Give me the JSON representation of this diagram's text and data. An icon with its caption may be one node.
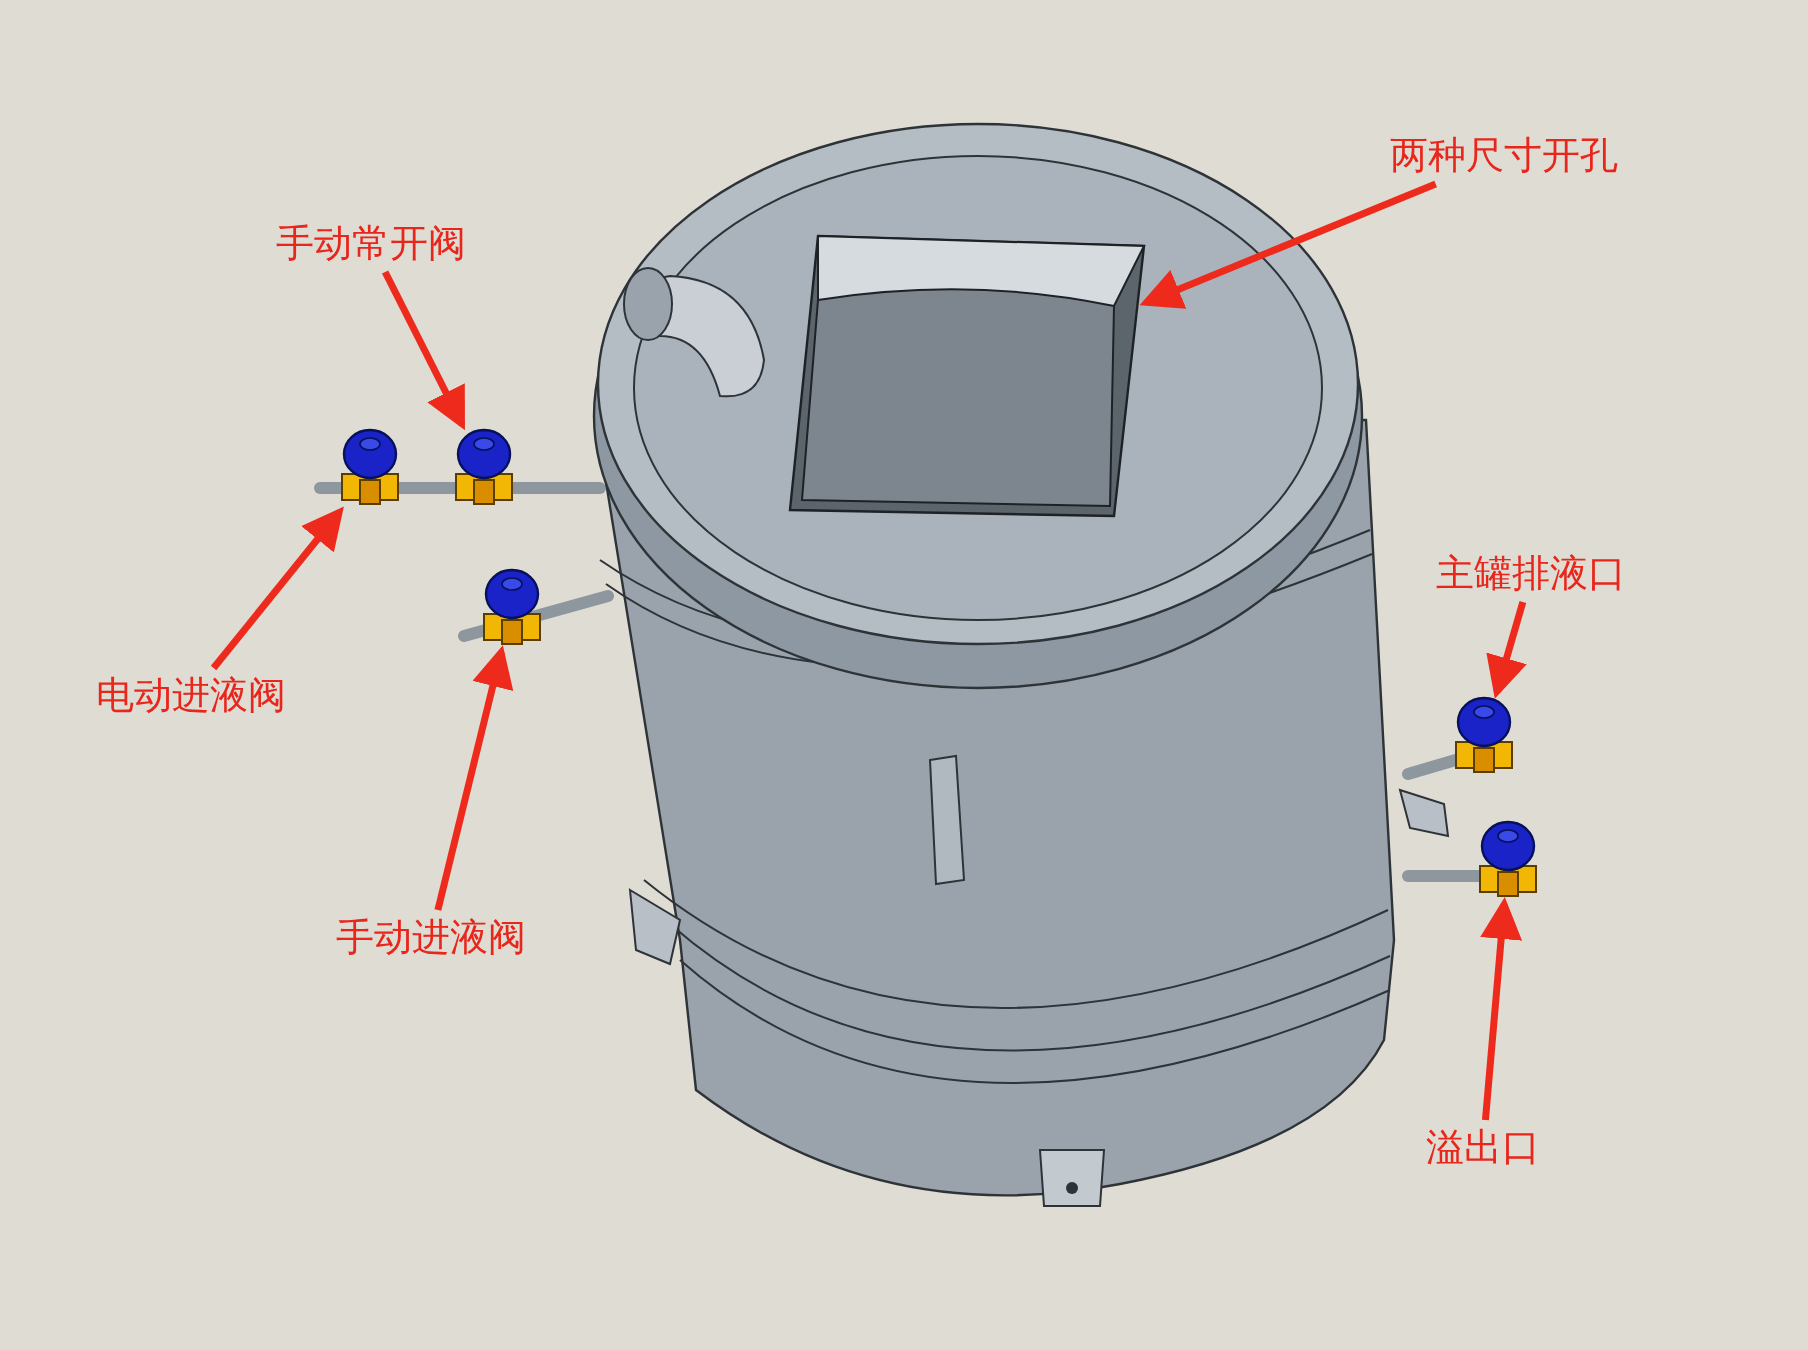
{
  "diagram": {
    "nodes": [
      {
        "text": [
          "两种尺寸开孔"
        ]
      },
      {
        "text": [],
        "shape": "picture"
      },
      {
        "text": [
          "手动常开阀"
        ]
      },
      {
        "text": [],
        "shape": "picture"
      },
      {
        "text": [],
        "shape": "picture"
      },
      {
        "text": [
          "电动进液阀"
        ]
      },
      {
        "text": [],
        "shape": "picture"
      },
      {
        "text": [
          "主罐排液口"
        ]
      },
      {
        "text": [],
        "shape": "picture"
      },
      {
        "text": [],
        "shape": "picture"
      },
      {
        "text": [
          "手动进液阀"
        ]
      },
      {
        "text": [
          "溢出口"
        ]
      }
    ],
    "edges": [
      {
        "from": 0,
        "to": 1,
        "arrow": "to"
      },
      {
        "from": 2,
        "to": 3,
        "arrow": "to"
      },
      {
        "from": 5,
        "to": 4,
        "arrow": "to"
      },
      {
        "from": 10,
        "to": 6,
        "arrow": "to"
      },
      {
        "from": 7,
        "to": 8,
        "arrow": "to"
      },
      {
        "from": 11,
        "to": 9,
        "arrow": "to"
      }
    ]
  }
}
